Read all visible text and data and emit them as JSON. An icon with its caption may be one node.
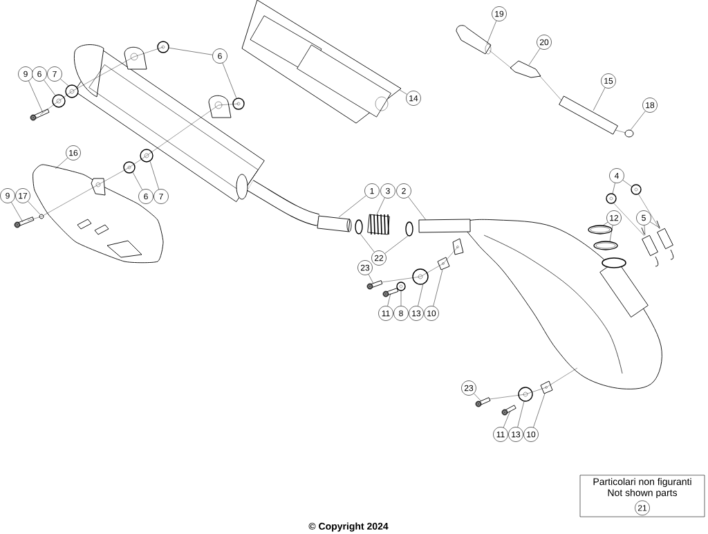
{
  "diagram": {
    "nodes": [
      {
        "text": [
          "9"
        ]
      },
      {
        "text": [
          "6"
        ]
      },
      {
        "text": [
          "7"
        ]
      },
      {
        "text": [
          "6"
        ]
      },
      {
        "text": [
          "16"
        ]
      },
      {
        "text": [
          "9"
        ]
      },
      {
        "text": [
          "17"
        ]
      },
      {
        "text": [
          "6"
        ]
      },
      {
        "text": [
          "7"
        ]
      },
      {
        "text": [
          "14"
        ]
      },
      {
        "text": [
          "19"
        ]
      },
      {
        "text": [
          "20"
        ]
      },
      {
        "text": [
          "15"
        ]
      },
      {
        "text": [
          "18"
        ]
      },
      {
        "text": [
          "1"
        ]
      },
      {
        "text": [
          "3"
        ]
      },
      {
        "text": [
          "2"
        ]
      },
      {
        "text": [
          "22"
        ]
      },
      {
        "text": [
          "23"
        ]
      },
      {
        "text": [
          "11"
        ]
      },
      {
        "text": [
          "8"
        ]
      },
      {
        "text": [
          "13"
        ]
      },
      {
        "text": [
          "10"
        ]
      },
      {
        "text": [
          "4"
        ]
      },
      {
        "text": [
          "12"
        ]
      },
      {
        "text": [
          "5"
        ]
      },
      {
        "text": [
          "23"
        ]
      },
      {
        "text": [
          "11"
        ]
      },
      {
        "text": [
          "13"
        ]
      },
      {
        "text": [
          "10"
        ]
      },
      {
        "text": [
          "Particolari non figuranti",
          "Not shown parts"
        ]
      },
      {
        "text": [
          "21"
        ],
        "in": 30
      },
      {
        "text": [],
        "shape": "bolt"
      },
      {
        "text": [],
        "shape": "picture"
      },
      {
        "text": [],
        "shape": "picture"
      },
      {
        "text": [],
        "shape": "picture"
      },
      {
        "text": [],
        "shape": "picture"
      },
      {
        "text": [],
        "shape": "picture"
      },
      {
        "text": [],
        "shape": "bolt"
      },
      {
        "text": [],
        "shape": "circle"
      },
      {
        "text": [],
        "shape": "picture"
      },
      {
        "text": [],
        "shape": "picture"
      },
      {
        "text": [],
        "shape": "picture"
      },
      {
        "text": [],
        "shape": "picture"
      },
      {
        "text": [],
        "shape": "picture"
      },
      {
        "text": [],
        "shape": "cylinder"
      },
      {
        "text": [],
        "shape": "ring"
      },
      {
        "text": [],
        "shape": "cylinder"
      },
      {
        "text": [],
        "shape": "picture"
      },
      {
        "text": [],
        "shape": "picture"
      },
      {
        "text": [],
        "shape": "ring"
      },
      {
        "text": [],
        "shape": "ring"
      },
      {
        "text": [],
        "shape": "bolt"
      },
      {
        "text": [],
        "shape": "bolt"
      },
      {
        "text": [],
        "shape": "picture"
      },
      {
        "text": [],
        "shape": "picture"
      },
      {
        "text": [],
        "shape": "picture"
      },
      {
        "text": [],
        "shape": "picture"
      },
      {
        "text": [],
        "shape": "picture"
      },
      {
        "text": [],
        "shape": "ring"
      },
      {
        "text": [],
        "shape": "ring"
      },
      {
        "text": [],
        "shape": "picture"
      },
      {
        "text": [],
        "shape": "picture"
      },
      {
        "text": [],
        "shape": "bolt"
      },
      {
        "text": [],
        "shape": "bolt"
      },
      {
        "text": [],
        "shape": "picture"
      },
      {
        "text": [],
        "shape": "picture"
      },
      {
        "text": [],
        "shape": "picture"
      },
      {
        "text": [],
        "shape": "picture"
      },
      {
        "text": [],
        "shape": "picture"
      }
    ],
    "edges": [
      {
        "from": 0,
        "to": 32,
        "arrow": "none"
      },
      {
        "from": 1,
        "to": 33,
        "arrow": "none"
      },
      {
        "from": 2,
        "to": 34,
        "arrow": "none"
      },
      {
        "from": 3,
        "to": 35,
        "arrow": "none"
      },
      {
        "from": 3,
        "to": 36,
        "arrow": "none"
      },
      {
        "from": 4,
        "to": 37,
        "arrow": "none"
      },
      {
        "from": 5,
        "to": 38,
        "arrow": "none"
      },
      {
        "from": 6,
        "to": 39,
        "arrow": "none"
      },
      {
        "from": 7,
        "to": 40,
        "arrow": "none"
      },
      {
        "from": 8,
        "to": 41,
        "arrow": "none"
      },
      {
        "from": 9,
        "to": 42,
        "arrow": "none"
      },
      {
        "from": 10,
        "to": 43,
        "arrow": "none"
      },
      {
        "from": 11,
        "to": 44,
        "arrow": "none"
      },
      {
        "from": 12,
        "to": 45,
        "arrow": "none"
      },
      {
        "from": 13,
        "to": 46,
        "arrow": "none"
      },
      {
        "from": 14,
        "to": 47,
        "arrow": "none"
      },
      {
        "from": 15,
        "to": 48,
        "arrow": "none"
      },
      {
        "from": 16,
        "to": 49,
        "arrow": "none"
      },
      {
        "from": 17,
        "to": 50,
        "arrow": "none"
      },
      {
        "from": 17,
        "to": 51,
        "arrow": "none"
      },
      {
        "from": 18,
        "to": 52,
        "arrow": "none"
      },
      {
        "from": 19,
        "to": 53,
        "arrow": "none"
      },
      {
        "from": 20,
        "to": 54,
        "arrow": "none"
      },
      {
        "from": 21,
        "to": 55,
        "arrow": "none"
      },
      {
        "from": 22,
        "to": 56,
        "arrow": "none"
      },
      {
        "from": 23,
        "to": 57,
        "arrow": "none"
      },
      {
        "from": 23,
        "to": 58,
        "arrow": "none"
      },
      {
        "from": 24,
        "to": 59,
        "arrow": "none"
      },
      {
        "from": 24,
        "to": 60,
        "arrow": "none"
      },
      {
        "from": 25,
        "to": 61,
        "arrow": "none"
      },
      {
        "from": 25,
        "to": 62,
        "arrow": "none"
      },
      {
        "from": 26,
        "to": 63,
        "arrow": "none"
      },
      {
        "from": 27,
        "to": 64,
        "arrow": "none"
      },
      {
        "from": 28,
        "to": 65,
        "arrow": "none"
      },
      {
        "from": 29,
        "to": 66,
        "arrow": "none"
      },
      {
        "from": 32,
        "to": 33,
        "arrow": "none"
      },
      {
        "from": 33,
        "to": 34,
        "arrow": "none"
      },
      {
        "from": 34,
        "to": 67,
        "arrow": "none"
      },
      {
        "from": 67,
        "to": 35,
        "arrow": "none"
      },
      {
        "from": 36,
        "to": 68,
        "arrow": "none"
      },
      {
        "from": 68,
        "to": 41,
        "arrow": "none"
      },
      {
        "from": 41,
        "to": 40,
        "arrow": "none"
      },
      {
        "from": 40,
        "to": 37,
        "arrow": "none"
      },
      {
        "from": 37,
        "to": 39,
        "arrow": "none"
      },
      {
        "from": 39,
        "to": 38,
        "arrow": "none"
      },
      {
        "from": 43,
        "to": 44,
        "arrow": "none"
      },
      {
        "from": 44,
        "to": 45,
        "arrow": "none"
      },
      {
        "from": 45,
        "to": 46,
        "arrow": "none"
      },
      {
        "from": 52,
        "to": 55,
        "arrow": "none"
      },
      {
        "from": 55,
        "to": 56,
        "arrow": "none"
      },
      {
        "from": 56,
        "to": 69,
        "arrow": "none"
      },
      {
        "from": 63,
        "to": 65,
        "arrow": "none"
      },
      {
        "from": 65,
        "to": 66,
        "arrow": "none"
      },
      {
        "from": 66,
        "to": 49,
        "arrow": "none"
      },
      {
        "from": 57,
        "to": 61,
        "arrow": "none"
      },
      {
        "from": 58,
        "to": 62,
        "arrow": "none"
      }
    ],
    "labels": [
      "© Copyright 2024"
    ]
  }
}
